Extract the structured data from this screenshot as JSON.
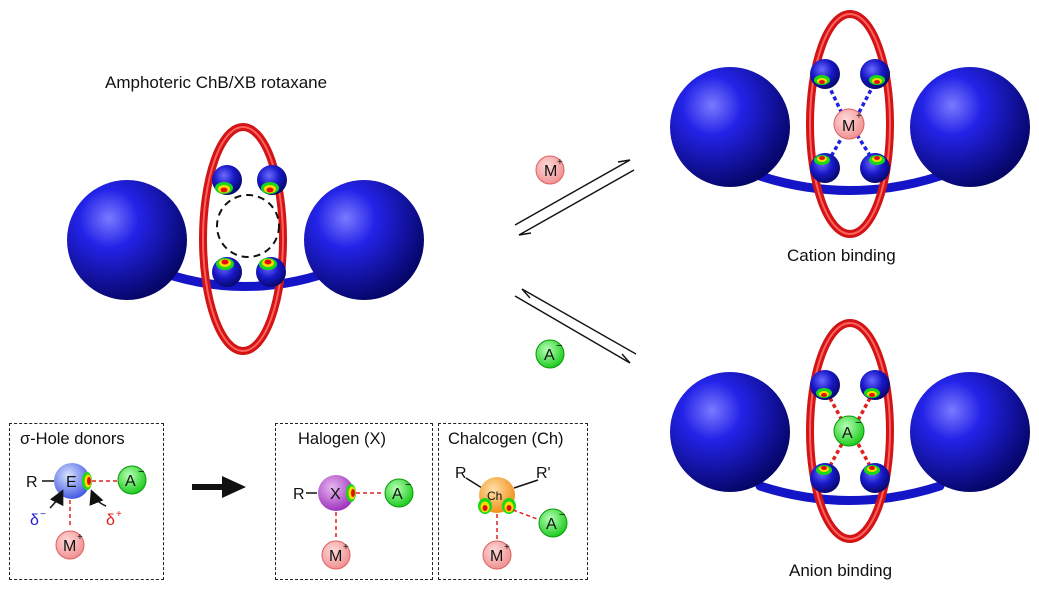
{
  "titles": {
    "main": "Amphoteric ChB/XB rotaxane",
    "cation": "Cation binding",
    "anion": "Anion binding"
  },
  "ions": {
    "metal": "M",
    "metal_charge": "+",
    "anion": "A",
    "anion_charge": "−"
  },
  "legend": {
    "donors_title": "σ-Hole donors",
    "halogen_title": "Halogen (X)",
    "chalcogen_title": "Chalcogen (Ch)",
    "R": "R",
    "R_prime": "R'",
    "E": "E",
    "X": "X",
    "Ch": "Ch",
    "delta_minus": "δ",
    "delta_minus_sign": "−",
    "delta_plus": "δ",
    "delta_plus_sign": "+"
  },
  "colors": {
    "stopper_blue": "#1a1ad6",
    "ring_red": "#e01818",
    "metal_pink": "#f3a3a3",
    "anion_green": "#1ed21e",
    "halogen_purple": "#b040c8",
    "chalcogen_orange": "#f5a028",
    "bond_blue": "#2020e0",
    "bond_red": "#e02020"
  }
}
